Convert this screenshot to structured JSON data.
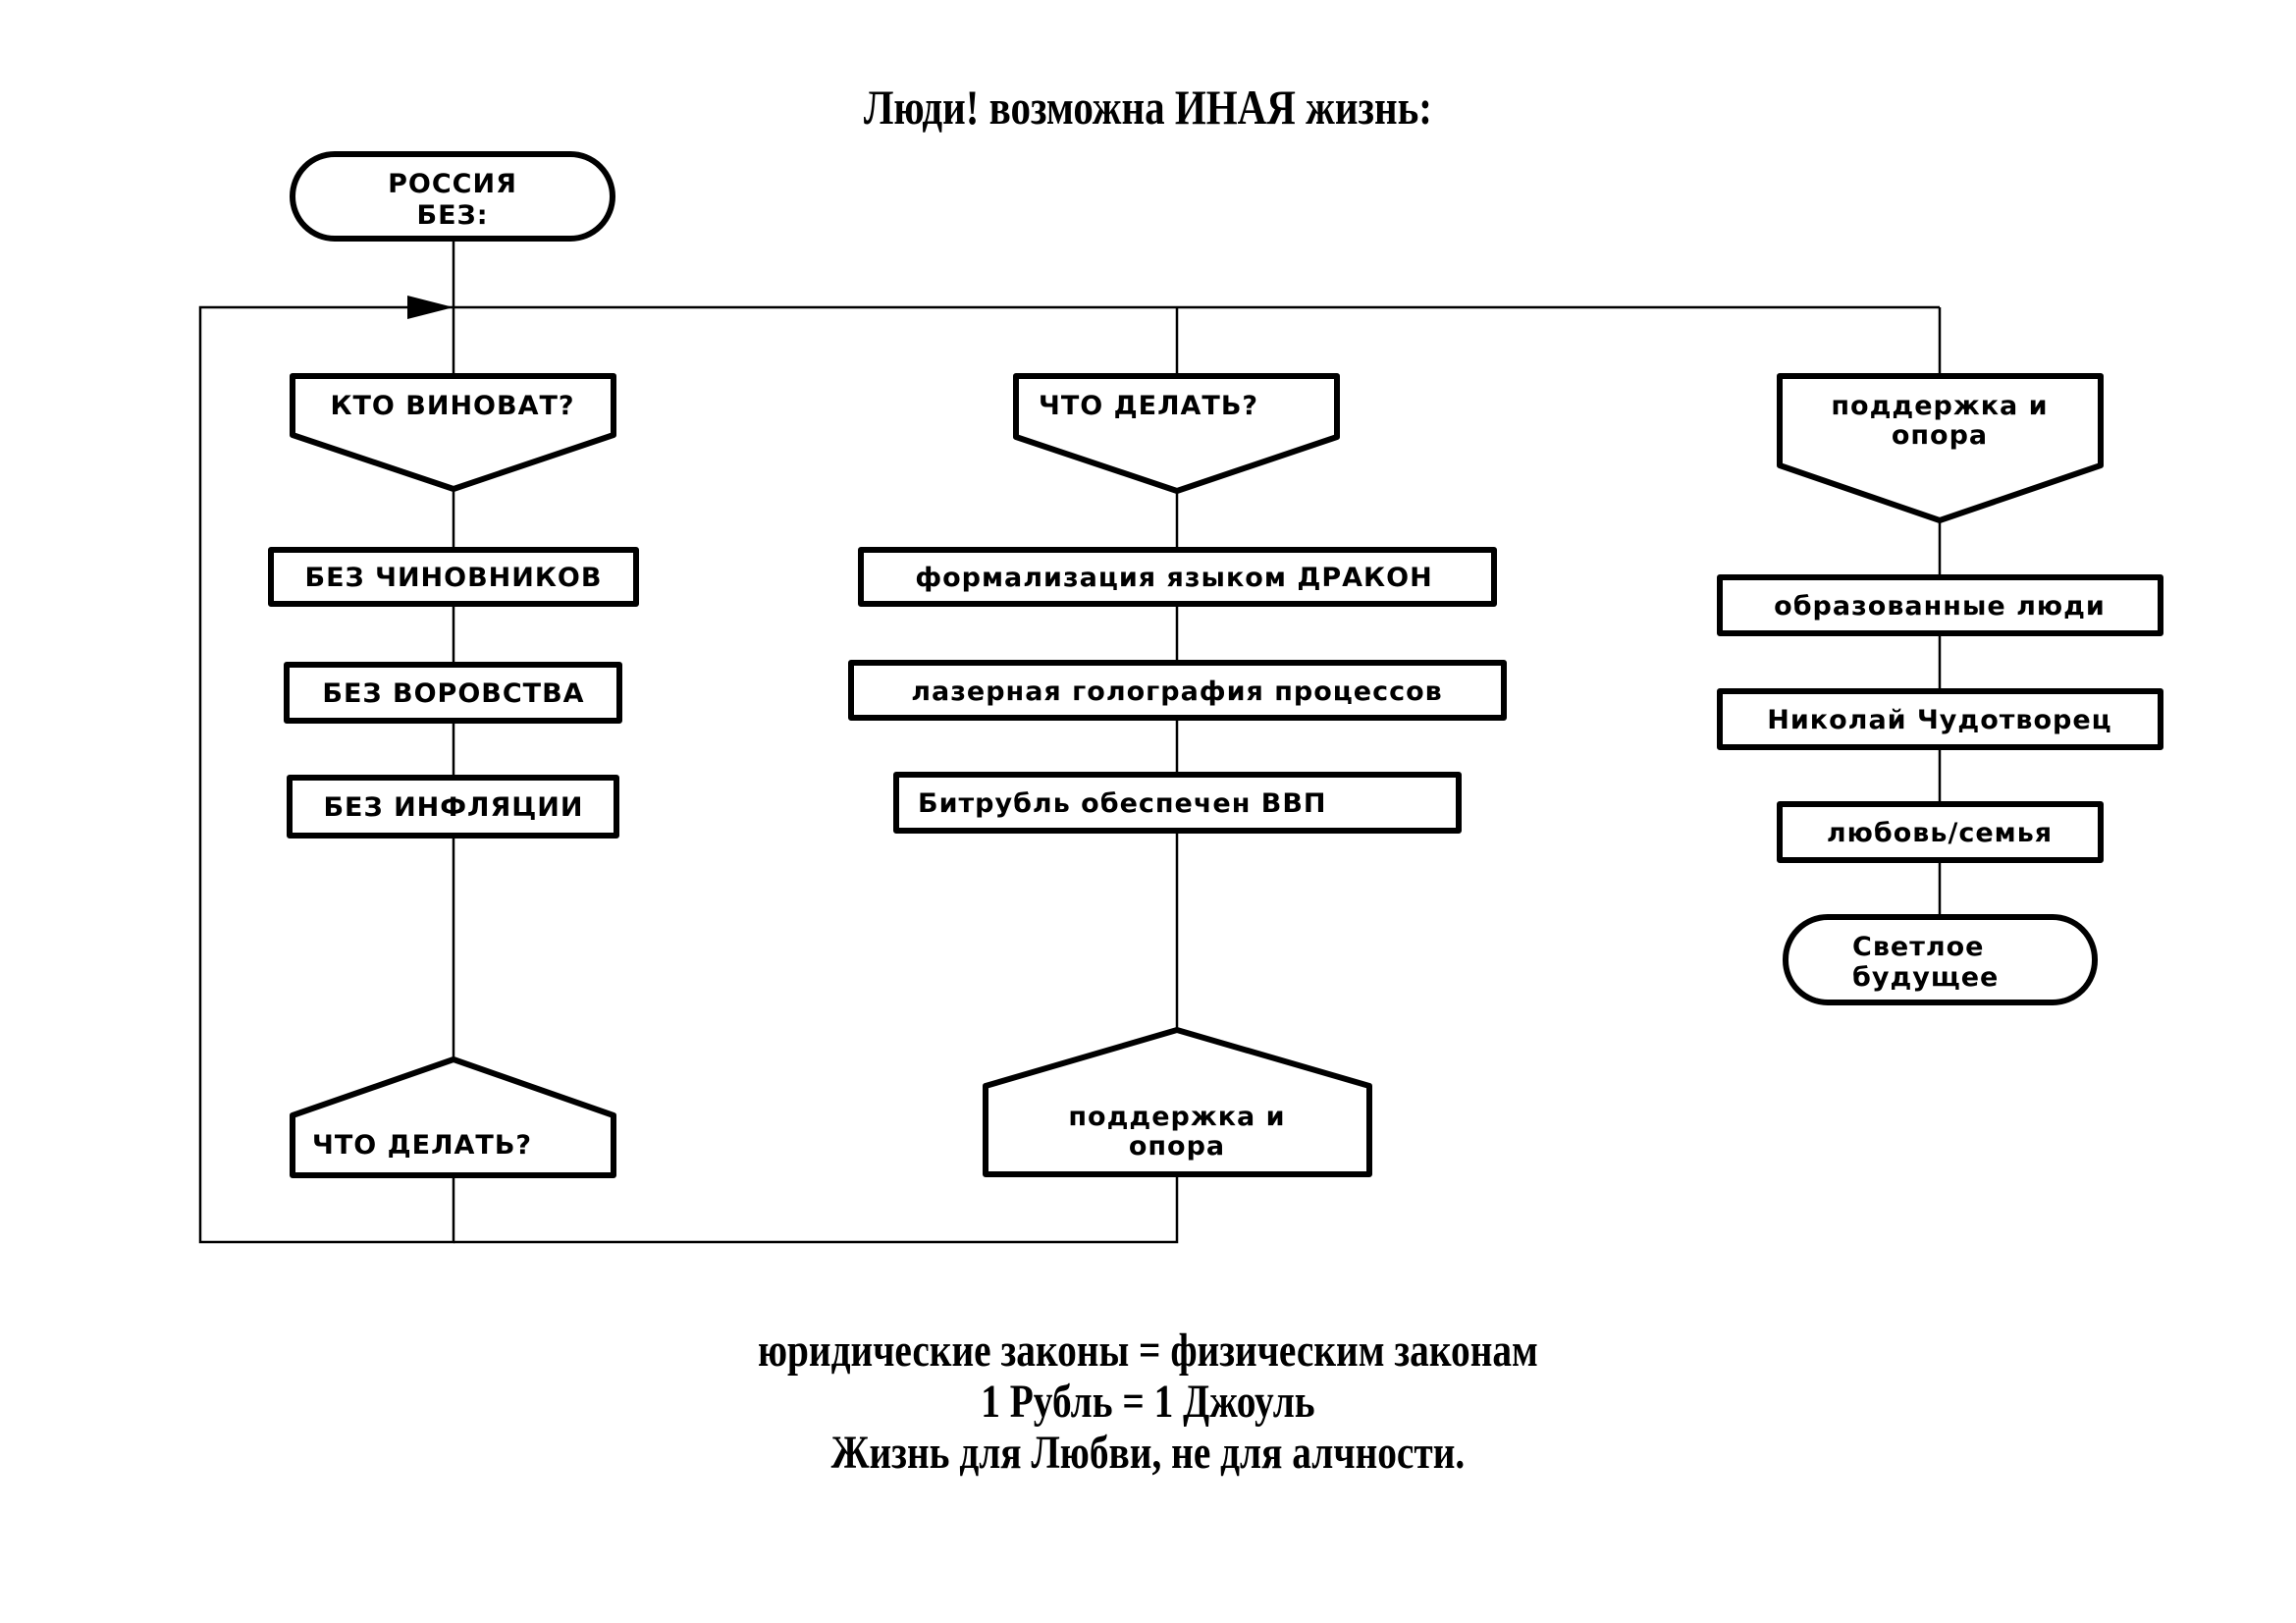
{
  "title": "Люди! возможна ИНАЯ жизнь:",
  "diagram": {
    "start": {
      "line1": "РОССИЯ",
      "line2": "БЕЗ:"
    },
    "branches": [
      {
        "headline": {
          "lines": [
            "КТО ВИНОВАТ?"
          ]
        },
        "actions": [
          "БЕЗ ЧИНОВНИКОВ",
          "БЕЗ ВОРОВСТВА",
          "БЕЗ ИНФЛЯЦИИ"
        ],
        "address": {
          "lines": [
            "ЧТО ДЕЛАТЬ?"
          ]
        }
      },
      {
        "headline": {
          "lines": [
            "ЧТО ДЕЛАТЬ?"
          ]
        },
        "actions": [
          "формализация языком ДРАКОН",
          "лазерная голография процессов",
          "Битрубль обеспечен ВВП"
        ],
        "address": {
          "lines": [
            "поддержка и",
            "опора"
          ]
        }
      },
      {
        "headline": {
          "lines": [
            "поддержка и",
            "опора"
          ]
        },
        "actions": [
          "образованные люди",
          "Николай Чудотворец",
          "любовь/семья"
        ]
      }
    ],
    "end": {
      "line1": "Светлое",
      "line2": "будущее"
    }
  },
  "footer": [
    "юридические законы = физическим законам",
    "1 Рубль = 1 Джоуль",
    "Жизнь для Любви, не для алчности."
  ]
}
